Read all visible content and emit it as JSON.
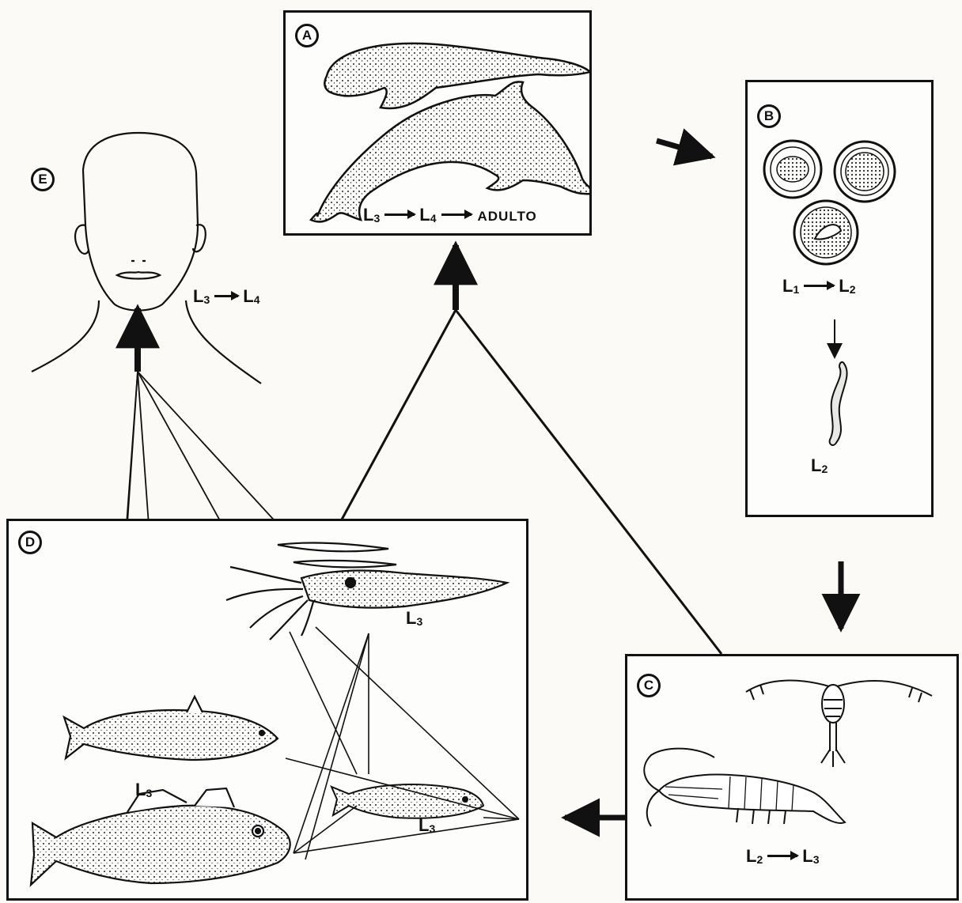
{
  "badges": {
    "a": "A",
    "b": "B",
    "c": "C",
    "d": "D",
    "e": "E"
  },
  "stages": {
    "a": {
      "first": "L",
      "first_sub": "3",
      "second": "L",
      "second_sub": "4",
      "third": "ADULTO"
    },
    "b_transition": {
      "first": "L",
      "first_sub": "1",
      "second": "L",
      "second_sub": "2"
    },
    "b_larva": {
      "letter": "L",
      "sub": "2"
    },
    "c": {
      "first": "L",
      "first_sub": "2",
      "second": "L",
      "second_sub": "3"
    },
    "d_squid": {
      "letter": "L",
      "sub": "3"
    },
    "d_trout": {
      "letter": "L",
      "sub": "3"
    },
    "d_small_fish": {
      "letter": "L",
      "sub": "3"
    },
    "e": {
      "first": "L",
      "first_sub": "3",
      "second": "L",
      "second_sub": "4"
    }
  },
  "colors": {
    "ink": "#111111",
    "paper": "#fbfaf6",
    "panel": "#fdfdfb"
  }
}
